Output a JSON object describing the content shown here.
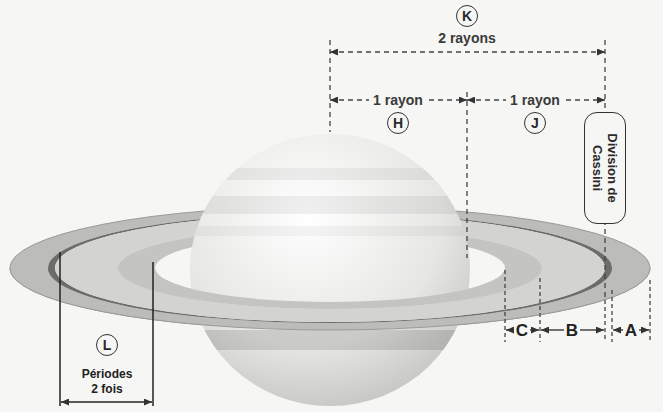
{
  "diagram": {
    "nodes": [
      {
        "text": [
          "K"
        ]
      },
      {
        "text": [
          "H"
        ]
      },
      {
        "text": [
          "J"
        ]
      },
      {
        "text": [
          "Division de Cassini"
        ]
      },
      {
        "text": [
          "L"
        ]
      }
    ],
    "labels": [
      "2 rayons",
      "1 rayon",
      "1 rayon",
      "C",
      "B",
      "A",
      "Périodes 2 fois"
    ]
  }
}
